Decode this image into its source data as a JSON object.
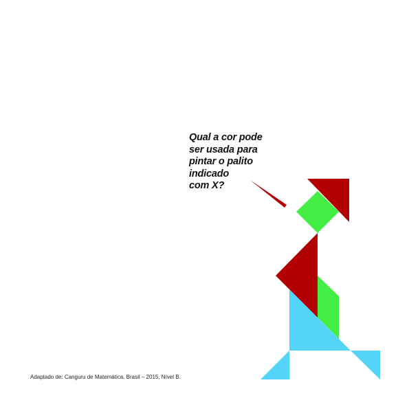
{
  "question": {
    "lines": [
      "Qual a cor pode",
      "ser usada para",
      "pintar o palito",
      "indicado",
      "com X?"
    ]
  },
  "credit": "Adaptado de: Canguru de Matemática. Brasil – 2015, Nível B.",
  "colors": {
    "red": "#b30000",
    "green": "#44ee44",
    "blue": "#55d4fa",
    "text": "#111111"
  }
}
